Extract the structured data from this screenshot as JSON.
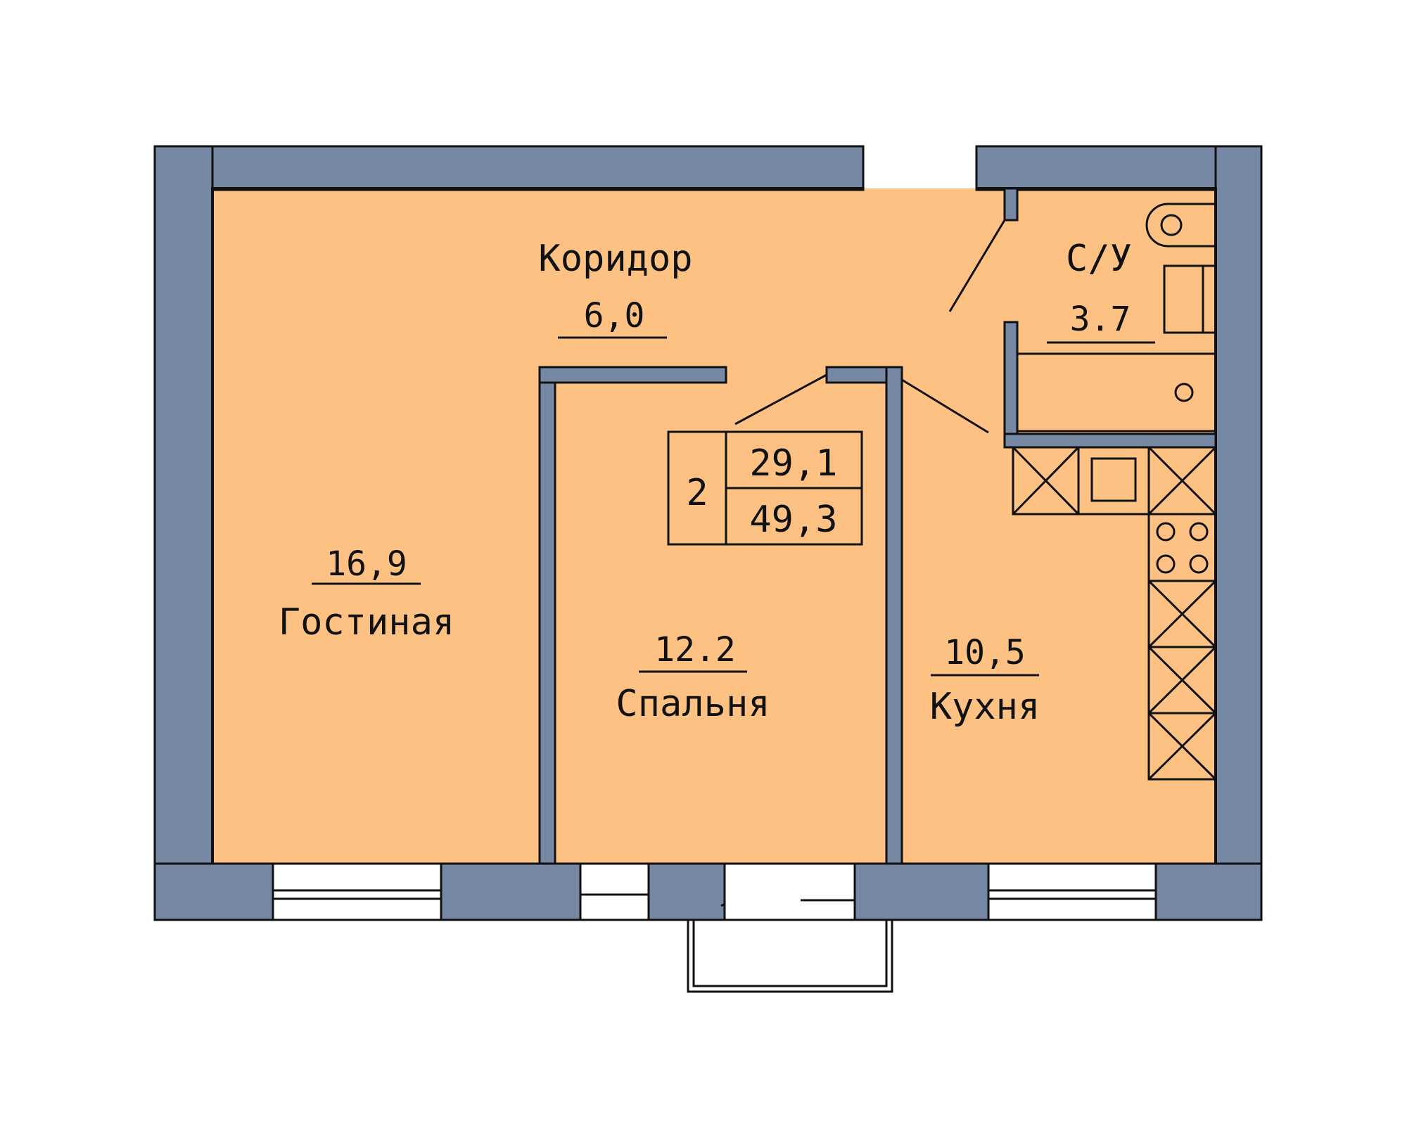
{
  "colors": {
    "floor": "#fdc283",
    "wall": "#7688a4",
    "outline": "#111111",
    "background": "#ffffff"
  },
  "rooms": {
    "corridor": {
      "name": "Коридор",
      "area": "6,0"
    },
    "bathroom": {
      "name": "С/У",
      "area": "3.7"
    },
    "living": {
      "name": "Гостиная",
      "area": "16,9"
    },
    "bedroom": {
      "name": "Спальня",
      "area": "12.2"
    },
    "kitchen": {
      "name": "Кухня",
      "area": "10,5"
    }
  },
  "summary": {
    "rooms_count": "2",
    "living_area": "29,1",
    "total_area": "49,3"
  },
  "icons": [
    "toilet-icon",
    "sink-icon",
    "bathtub-icon",
    "stove-icon",
    "cabinet-icon",
    "door-swing-icon",
    "window-icon",
    "balcony-icon"
  ]
}
